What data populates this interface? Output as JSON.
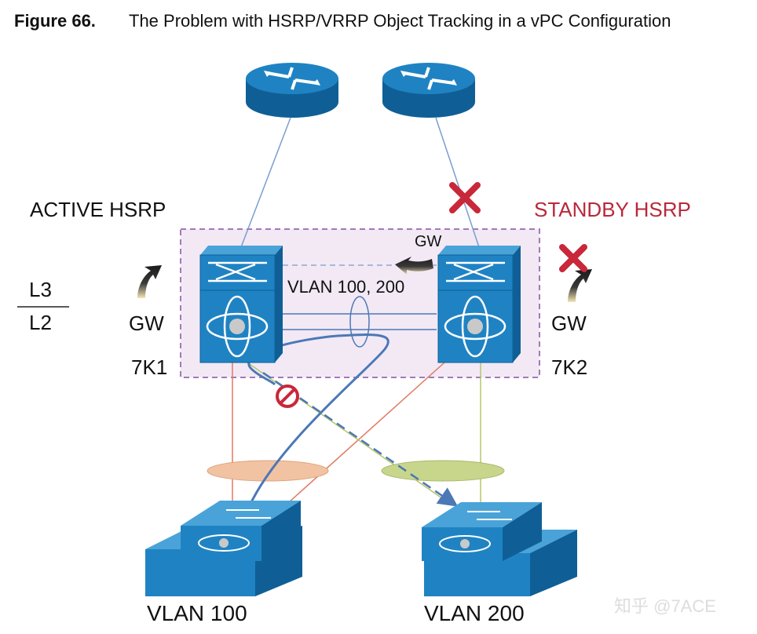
{
  "figure": {
    "number": "Figure 66.",
    "title": "The Problem with HSRP/VRRP Object Tracking in a vPC Configuration"
  },
  "labels": {
    "active": "ACTIVE HSRP",
    "standby": "STANDBY HSRP",
    "l3": "L3",
    "l2": "L2",
    "gw_left": "GW",
    "gw_right": "GW",
    "gw_peer": "GW",
    "vlan_link": "VLAN 100, 200",
    "switch_left": "7K1",
    "switch_right": "7K2",
    "access_left": "VLAN 100",
    "access_right": "VLAN 200"
  },
  "watermark": "知乎 @7ACE",
  "colors": {
    "device_blue": "#1f83c3",
    "device_dark": "#0f5f96",
    "vpc_box": "#a27ab8",
    "vpc_fill": "#f2e9f5",
    "fail_red": "#c8283a",
    "standby_text": "#b9283a",
    "link_red": "#e07a62",
    "link_olive": "#b7c56b",
    "link_blue": "#4c78b6",
    "portchannel_orange": "#f2c3a2",
    "portchannel_green": "#c8d68c"
  },
  "icons": [
    "router-icon",
    "nexus-7000-icon",
    "access-switch-icon",
    "failure-x-icon",
    "blocked-icon",
    "gateway-arrow-icon"
  ]
}
